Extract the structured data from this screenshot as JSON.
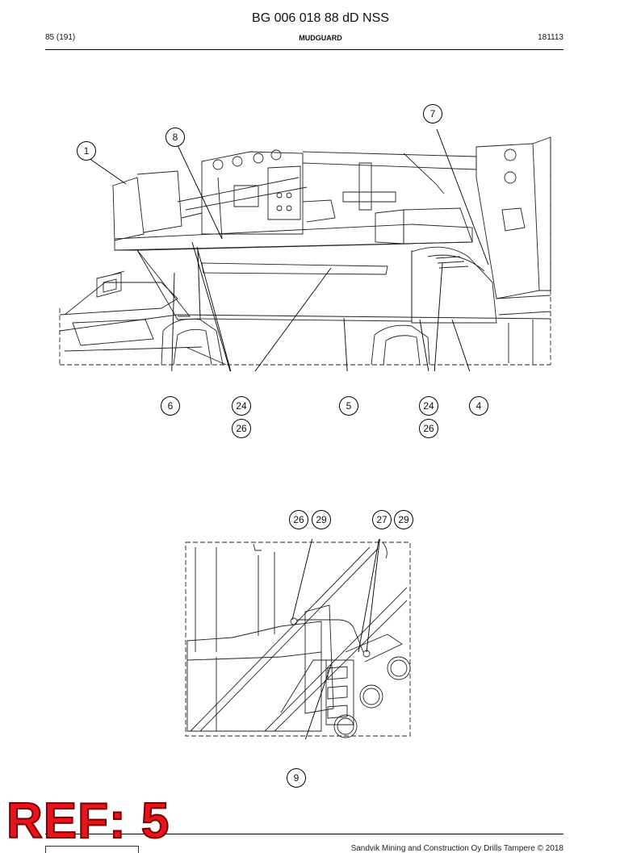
{
  "header": {
    "doc_code": "BG 006 018 88 dD NSS",
    "page": "85 (191)",
    "section": "MUDGUARD",
    "date": "181113"
  },
  "callouts_top": [
    "1",
    "8",
    "7",
    "6",
    "24",
    "5",
    "24",
    "4",
    "26",
    "26"
  ],
  "callouts_bottom": [
    "26",
    "29",
    "27",
    "29",
    "9"
  ],
  "stamp": "REF: 5",
  "footer": {
    "copyright": "Sandvik Mining and Construction Oy Drills Tampere © 2018"
  }
}
